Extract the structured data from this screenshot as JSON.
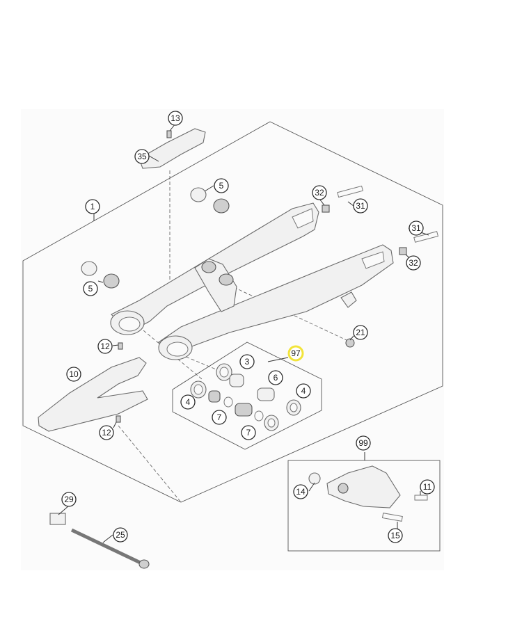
{
  "callouts": [
    {
      "label": "13",
      "highlight": false
    },
    {
      "label": "35",
      "highlight": false
    },
    {
      "label": "5",
      "highlight": false
    },
    {
      "label": "32",
      "highlight": false
    },
    {
      "label": "31",
      "highlight": false
    },
    {
      "label": "1",
      "highlight": false
    },
    {
      "label": "31",
      "highlight": false
    },
    {
      "label": "32",
      "highlight": false
    },
    {
      "label": "5",
      "highlight": false
    },
    {
      "label": "21",
      "highlight": false
    },
    {
      "label": "12",
      "highlight": false
    },
    {
      "label": "97",
      "highlight": true
    },
    {
      "label": "3",
      "highlight": false
    },
    {
      "label": "10",
      "highlight": false
    },
    {
      "label": "6",
      "highlight": false
    },
    {
      "label": "4",
      "highlight": false
    },
    {
      "label": "4",
      "highlight": false
    },
    {
      "label": "7",
      "highlight": false
    },
    {
      "label": "7",
      "highlight": false
    },
    {
      "label": "12",
      "highlight": false
    },
    {
      "label": "99",
      "highlight": false
    },
    {
      "label": "14",
      "highlight": false
    },
    {
      "label": "11",
      "highlight": false
    },
    {
      "label": "29",
      "highlight": false
    },
    {
      "label": "15",
      "highlight": false
    },
    {
      "label": "25",
      "highlight": false
    }
  ],
  "colors": {
    "highlight": "#f2e43a",
    "line": "#2b2b2b"
  }
}
